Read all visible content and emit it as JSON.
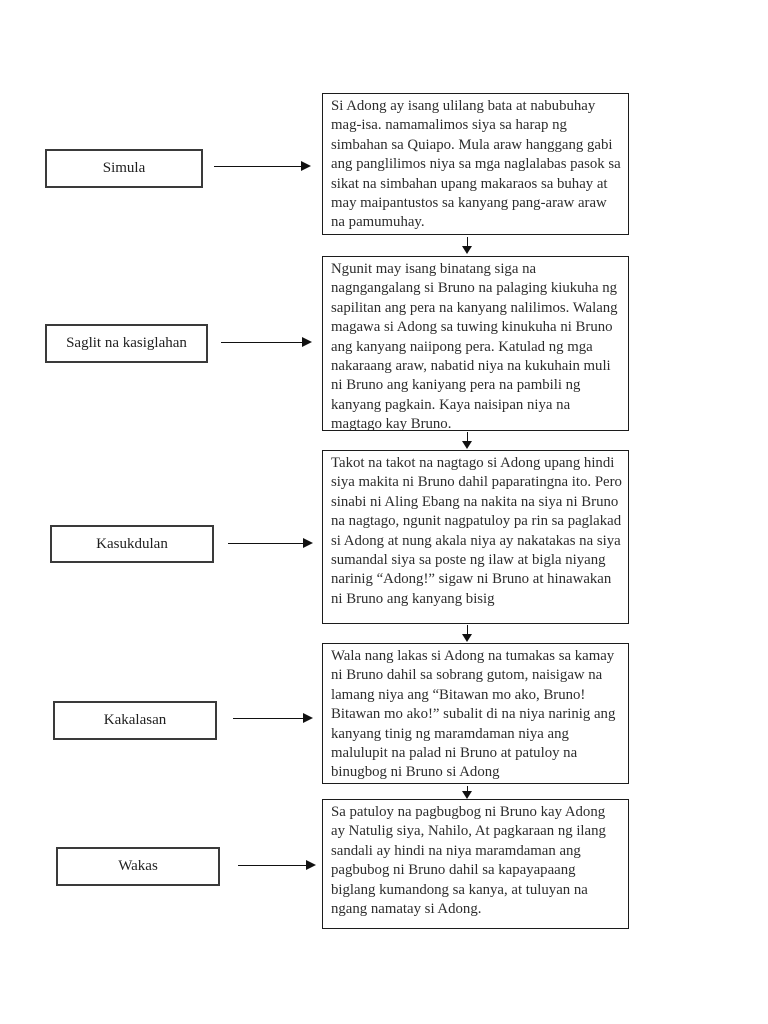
{
  "page_background": "#ffffff",
  "colors": {
    "label_box_border": "#3a3a3a",
    "story_box_border": "#1c1c1c",
    "arrow": "#111111",
    "text": "#2d2d2d"
  },
  "diagram": {
    "type": "plot-structure-flowchart",
    "rows": [
      {
        "label": "Simula",
        "text": "Si Adong ay isang ulilang bata at nabubuhay mag-isa. namamalimos siya sa harap ng simbahan sa Quiapo. Mula araw hanggang gabi ang panglilimos niya sa mga naglalabas pasok sa sikat na simbahan upang makaraos sa buhay at may maipantustos sa kanyang pang-araw araw na pamumuhay."
      },
      {
        "label": "Saglit na kasiglahan",
        "text": "Ngunit may isang binatang siga na nagngangalang si Bruno na palaging kiukuha ng sapilitan ang pera na kanyang nalilimos. Walang magawa si Adong sa tuwing kinukuha ni Bruno ang kanyang naiipong pera. Katulad ng mga nakaraang araw, nabatid niya na kukuhain muli ni Bruno ang kaniyang pera na pambili ng kanyang pagkain. Kaya naisipan niya na magtago kay Bruno."
      },
      {
        "label": "Kasukdulan",
        "text": "Takot na takot na nagtago si Adong upang hindi siya makita ni Bruno dahil paparatingna ito. Pero sinabi ni Aling Ebang na nakita na siya ni Bruno na nagtago, ngunit nagpatuloy pa rin sa paglakad si Adong at nung akala niya ay nakatakas na siya sumandal siya sa poste ng ilaw at bigla niyang narinig “Adong!” sigaw ni Bruno at hinawakan ni Bruno ang kanyang bisig"
      },
      {
        "label": "Kakalasan",
        "text": "Wala nang lakas si Adong na tumakas sa kamay ni Bruno dahil sa sobrang gutom, naisigaw na lamang niya ang “Bitawan mo ako, Bruno! Bitawan mo ako!” subalit di na niya narinig ang kanyang tinig ng maramdaman niya ang malulupit na palad ni Bruno at patuloy na binugbog ni Bruno si Adong"
      },
      {
        "label": "Wakas",
        "text": "Sa patuloy na pagbugbog ni Bruno kay Adong ay Natulig siya, Nahilo, At pagkaraan ng ilang sandali ay hindi na niya maramdaman ang pagbubog ni Bruno dahil sa kapayapaang biglang kumandong sa kanya, at tuluyan na ngang namatay si Adong."
      }
    ]
  }
}
